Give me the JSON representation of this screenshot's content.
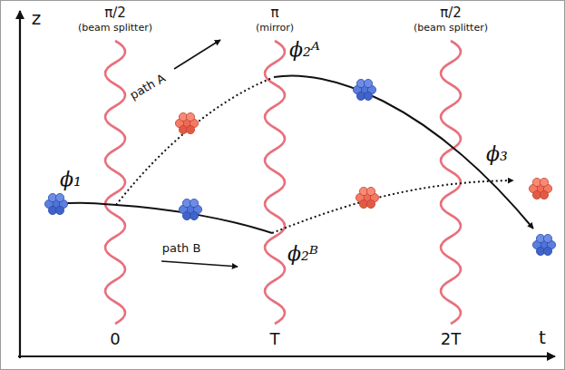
{
  "diagram": {
    "labels": [
      "z",
      "π/2",
      "(beam splitter)",
      "π",
      "(mirror)",
      "π/2",
      "(beam splitter)",
      "path A",
      "ϕ₂ᴬ",
      "ϕ₁",
      "path B",
      "ϕ₂ᴮ",
      "ϕ₃",
      "t",
      "0",
      "T",
      "2T"
    ]
  }
}
